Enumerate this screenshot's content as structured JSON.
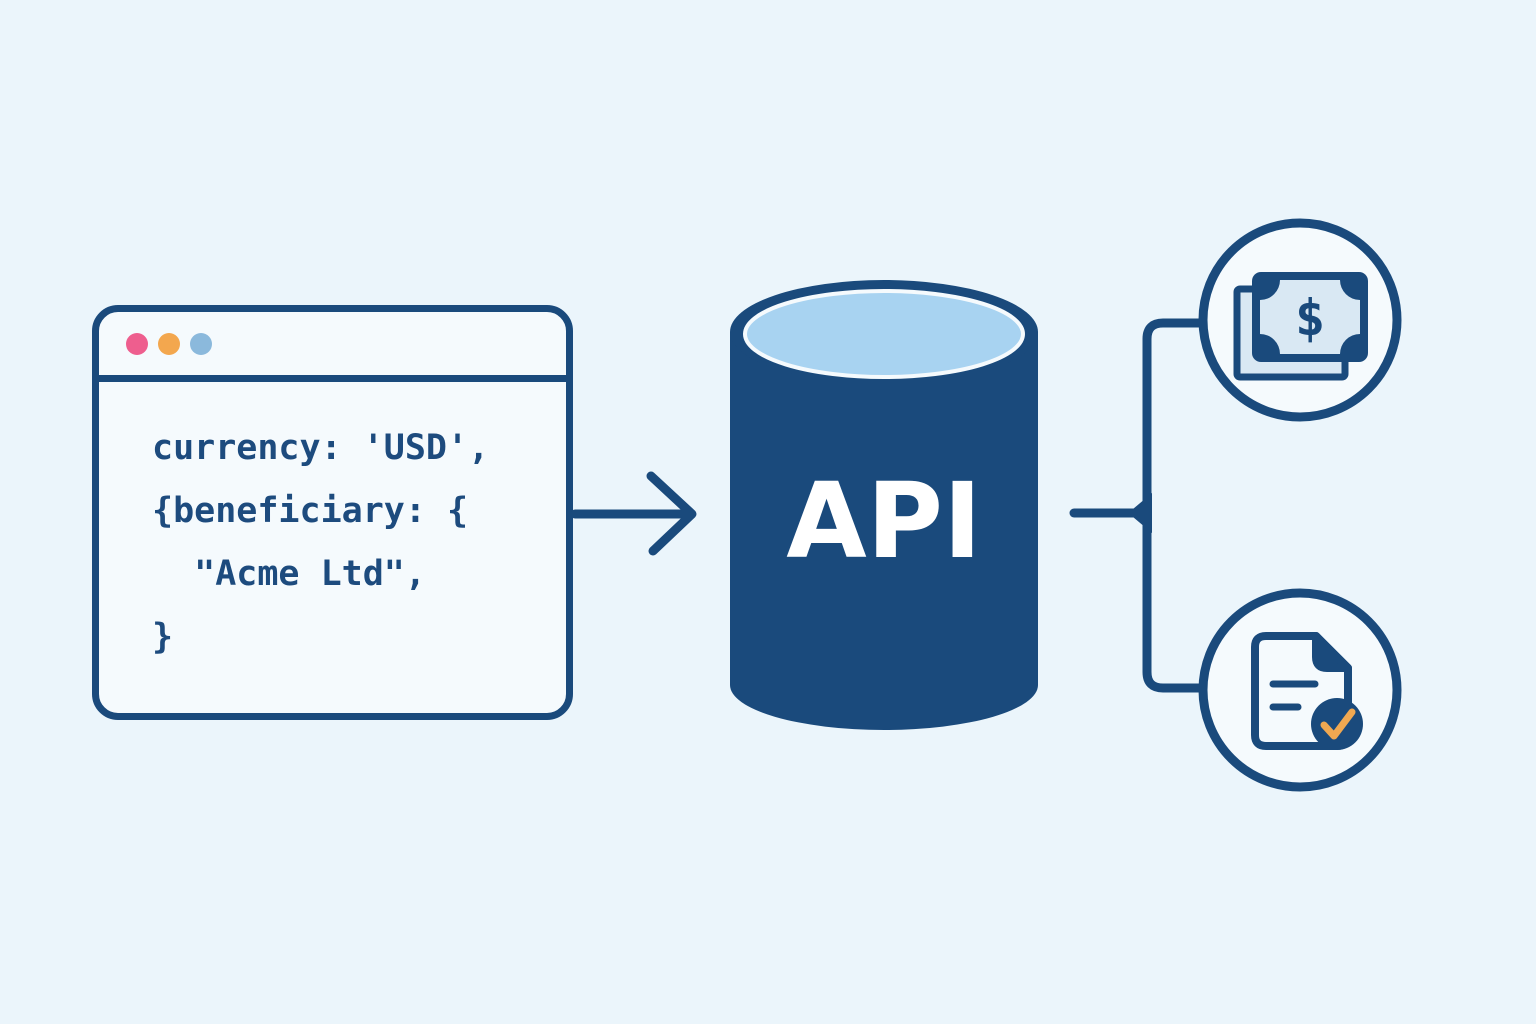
{
  "canvas": {
    "background": "#ebf5fb",
    "navy": "#1a4a7c",
    "pale_fill": "#f5fafd",
    "light_blue": "#a8d3f1",
    "bill_fill": "#d9e8f3",
    "check_orange": "#f0a851"
  },
  "browser_window": {
    "traffic_lights": [
      {
        "name": "red-dot",
        "color": "#ee5e8e"
      },
      {
        "name": "yellow-dot",
        "color": "#f3a74e"
      },
      {
        "name": "blue-dot",
        "color": "#8bb9dc"
      }
    ],
    "code_lines": [
      "currency: 'USD',",
      "{beneficiary: {",
      "  \"Acme Ltd\",",
      "}"
    ]
  },
  "api_cylinder": {
    "label": "API"
  },
  "outputs": {
    "money": {
      "icon": "banknote-icon",
      "symbol": "$"
    },
    "document": {
      "icon": "document-check-icon"
    }
  }
}
